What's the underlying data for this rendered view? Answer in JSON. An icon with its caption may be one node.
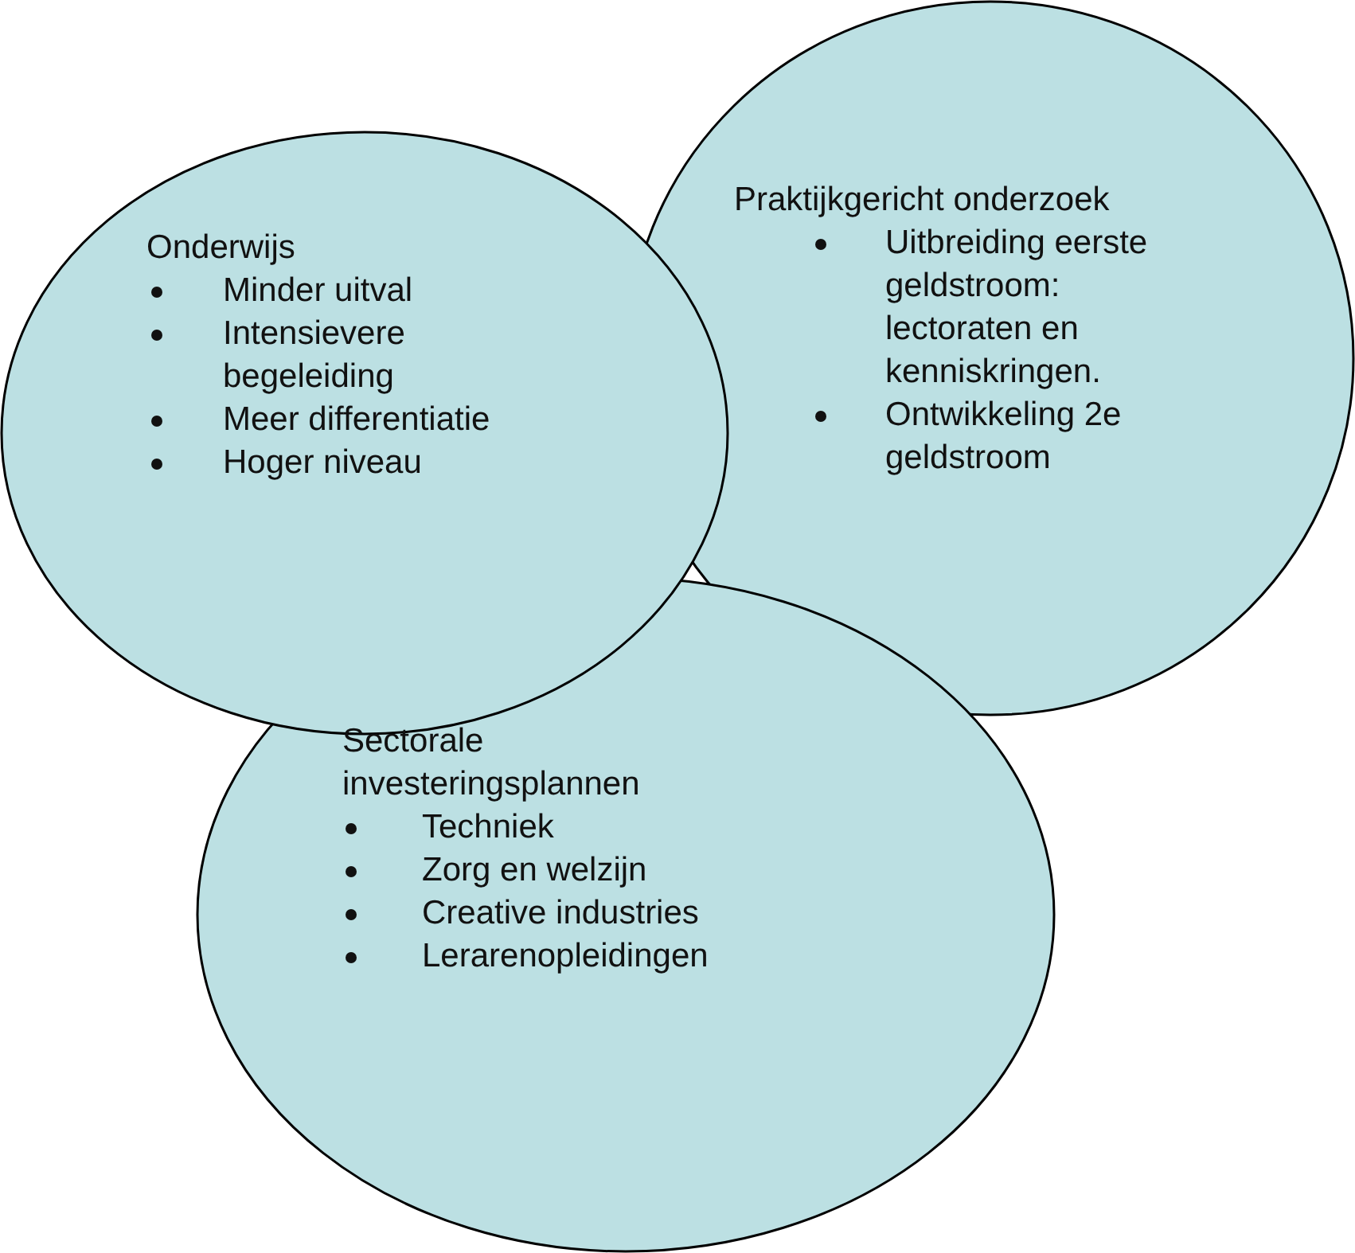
{
  "diagram": {
    "nodes": [
      {
        "text": [
          "Praktijkgericht onderzoek",
          "Uitbreiding eerste geldstroom: lectoraten en kenniskringen.",
          "Ontwikkeling 2e geldstroom"
        ]
      },
      {
        "text": [
          "Sectorale investeringsplannen",
          "Techniek",
          "Zorg en welzijn",
          "Creative industries",
          "Lerarenopleidingen"
        ]
      },
      {
        "text": [
          "Onderwijs",
          "Minder uitval",
          "Intensievere begeleiding",
          "Meer differentiatie",
          "Hoger niveau"
        ]
      }
    ],
    "edges": []
  }
}
